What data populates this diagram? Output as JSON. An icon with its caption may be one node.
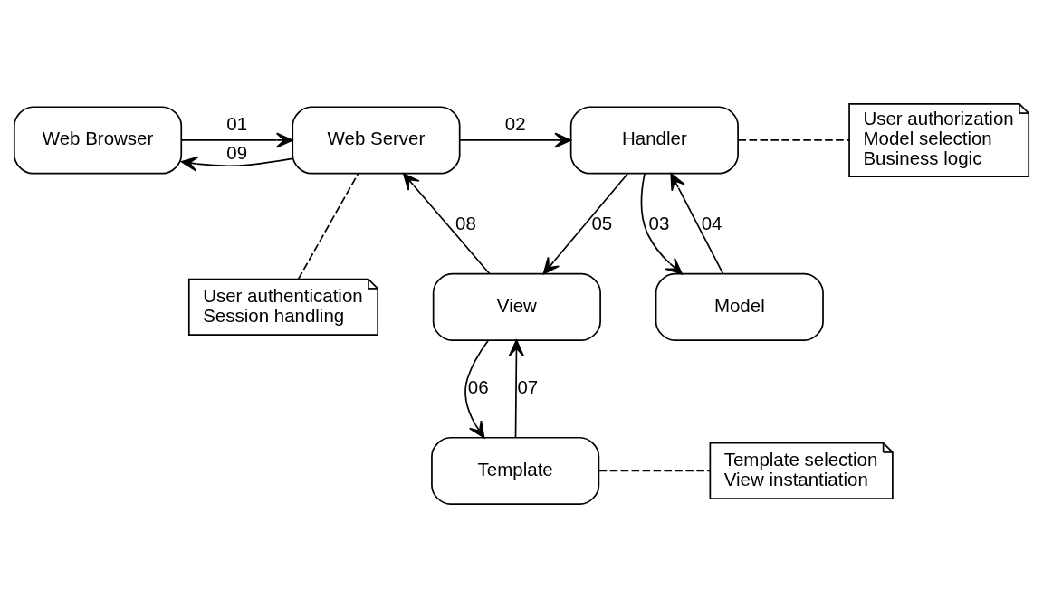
{
  "diagram": {
    "nodes": [
      {
        "text": [
          "Web Browser"
        ]
      },
      {
        "text": [
          "Web Server"
        ]
      },
      {
        "text": [
          "User authentication",
          "Session handling"
        ]
      },
      {
        "text": [
          "Model"
        ]
      },
      {
        "text": [
          "Handler"
        ]
      },
      {
        "text": [
          "User authorization",
          "Model selection",
          "Business logic"
        ]
      },
      {
        "text": [
          "View"
        ]
      },
      {
        "text": [
          "Template"
        ]
      },
      {
        "text": [
          "Template selection",
          "View instantiation"
        ]
      }
    ],
    "edges": [
      {
        "from": 0,
        "to": 1,
        "arrow": "to",
        "label": "01"
      },
      {
        "from": 1,
        "to": 0,
        "arrow": "to",
        "label": "09"
      },
      {
        "from": 1,
        "to": 4,
        "arrow": "to",
        "label": "02"
      },
      {
        "from": 4,
        "to": 3,
        "arrow": "to",
        "label": "03"
      },
      {
        "from": 3,
        "to": 4,
        "arrow": "to",
        "label": "04"
      },
      {
        "from": 4,
        "to": 6,
        "arrow": "to",
        "label": "05"
      },
      {
        "from": 6,
        "to": 7,
        "arrow": "to",
        "label": "06"
      },
      {
        "from": 7,
        "to": 6,
        "arrow": "to",
        "label": "07"
      },
      {
        "from": 6,
        "to": 1,
        "arrow": "to",
        "label": "08"
      },
      {
        "from": 2,
        "to": 1,
        "arrow": "none",
        "style": "dashed"
      },
      {
        "from": 4,
        "to": 5,
        "arrow": "none",
        "style": "dashed"
      },
      {
        "from": 7,
        "to": 8,
        "arrow": "none",
        "style": "dashed"
      }
    ]
  }
}
